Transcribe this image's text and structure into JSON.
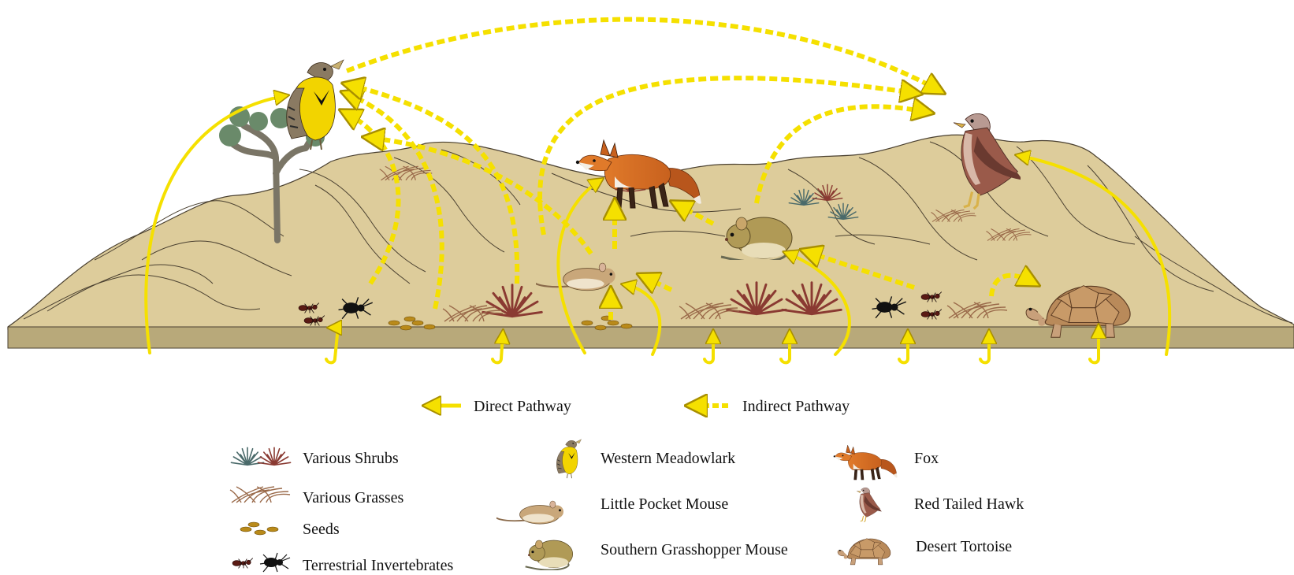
{
  "legend": {
    "direct_label": "Direct Pathway",
    "indirect_label": "Indirect Pathway"
  },
  "species": {
    "shrubs": "Various Shrubs",
    "grasses": "Various Grasses",
    "seeds": "Seeds",
    "invertebrates": "Terrestrial Invertebrates",
    "meadowlark": "Western Meadowlark",
    "pocket_mouse": "Little Pocket Mouse",
    "grasshopper_mouse": "Southern Grasshopper Mouse",
    "fox": "Fox",
    "hawk": "Red Tailed Hawk",
    "tortoise": "Desert Tortoise"
  },
  "colors": {
    "arrow": "#f5e000",
    "arrow_outline": "#a88f00",
    "hill": "#ddcc9b",
    "hill_line": "#4a4030",
    "ground_front": "#b8a97a"
  },
  "icons": [
    "joshua-tree-icon",
    "meadowlark-icon",
    "fox-icon",
    "hawk-icon",
    "pocket-mouse-icon",
    "grasshopper-mouse-icon",
    "tortoise-icon",
    "shrub-icon",
    "grass-icon",
    "seed-icon",
    "ant-icon",
    "beetle-icon"
  ]
}
